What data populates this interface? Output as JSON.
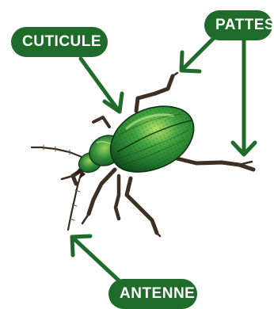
{
  "labels": {
    "cuticule": "CUTICULE",
    "pattes": "PATTES",
    "antenne": "ANTENNE"
  },
  "colors": {
    "label_bg": "#1f6b2a",
    "label_text": "#ffffff",
    "arrow": "#1f6b2a",
    "shell_dark": "#1b5e20",
    "shell_mid": "#2e8b3a",
    "shell_light": "#8fd14f",
    "legs": "#4a3a2a"
  },
  "icons": {
    "subject": "beetle-illustration"
  }
}
